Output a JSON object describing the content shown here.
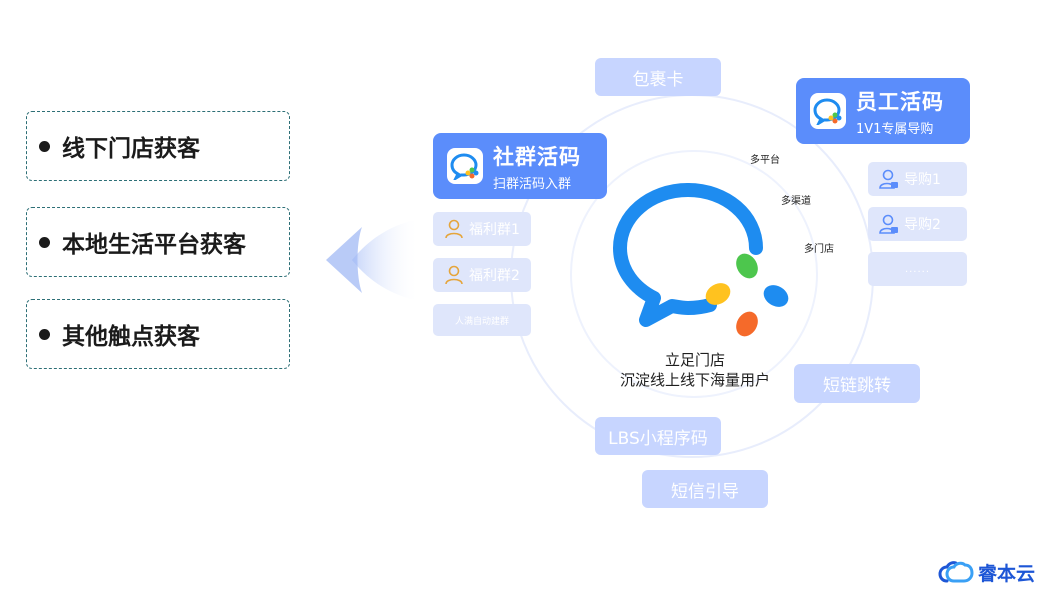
{
  "left_list": {
    "items": [
      "线下门店获客",
      "本地生活平台获客",
      "其他触点获客"
    ]
  },
  "center": {
    "line1": "立足门店",
    "line2": "沉淀线上线下海量用户"
  },
  "channels": {
    "package_card": "包裹卡",
    "short_link": "短链跳转",
    "lbs_mini": "LBS小程序码",
    "sms": "短信引导"
  },
  "community_card": {
    "title": "社群活码",
    "subtitle": "扫群活码入群",
    "items": [
      "福利群1",
      "福利群2"
    ],
    "auto_label": "人满自动建群"
  },
  "staff_card": {
    "title": "员工活码",
    "subtitle": "1V1专属导购",
    "items": [
      "导购1",
      "导购2"
    ],
    "placeholder": "......"
  },
  "multi_labels": [
    "多平台",
    "多渠道",
    "多门店"
  ],
  "brand": {
    "name": "睿本云"
  },
  "colors": {
    "accent": "#5b8dfb",
    "chip": "#c7d5ff",
    "item": "#dfe6fb",
    "ring": "#e3e9fb",
    "logo_blue": "#1e8cf0"
  }
}
